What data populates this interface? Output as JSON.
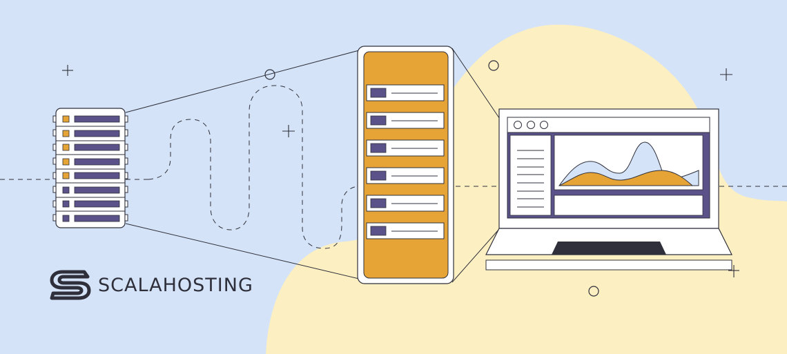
{
  "brand": {
    "name": "SCALAHOSTING",
    "logo_icon": "scala-s-logo-icon"
  },
  "colors": {
    "background": "#d4e3f7",
    "blob": "#fcefc2",
    "orange": "#e6a437",
    "purple": "#5a5288",
    "dark": "#2e2f3a",
    "white": "#ffffff",
    "chart_light": "#d4e3f7"
  },
  "illustration": {
    "server_rack_small": {
      "units": 8,
      "orange_leds": 5,
      "purple_leds": 3
    },
    "server_zoomed": {
      "slots": 6
    },
    "laptop": {
      "window_dots": 3,
      "sidebar_lines": 8,
      "chart": {
        "series": [
          "light-blue-area",
          "orange-area"
        ]
      }
    }
  }
}
